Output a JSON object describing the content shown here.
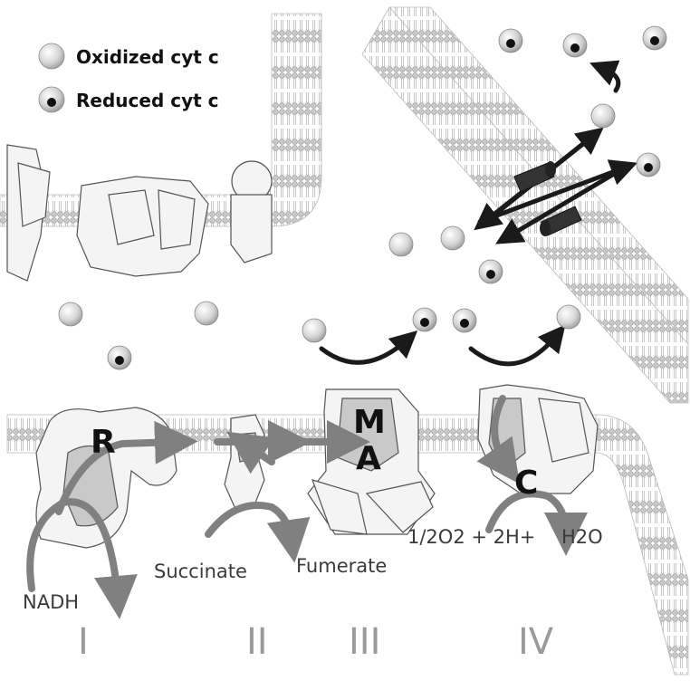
{
  "legend": {
    "oxidized_label": "Oxidized cyt c",
    "reduced_label": "Reduced cyt c"
  },
  "complexes": {
    "I": {
      "roman": "I",
      "letter": "R",
      "substrate": "NADH"
    },
    "II": {
      "roman": "II",
      "substrate": "Succinate",
      "product": "Fumerate"
    },
    "III": {
      "roman": "III",
      "letter_top": "M",
      "letter_bottom": "A"
    },
    "IV": {
      "roman": "IV",
      "letter": "C",
      "substrate_prefix": "1/2O2 + 2H+",
      "product": "H2O"
    }
  },
  "colors": {
    "membrane_head": "#c8c8c8",
    "grey_arrow": "#808080",
    "black_arrow": "#1a1a1a",
    "protein_fill": "#f4f4f4",
    "protein_core": "#c9c9c9"
  }
}
